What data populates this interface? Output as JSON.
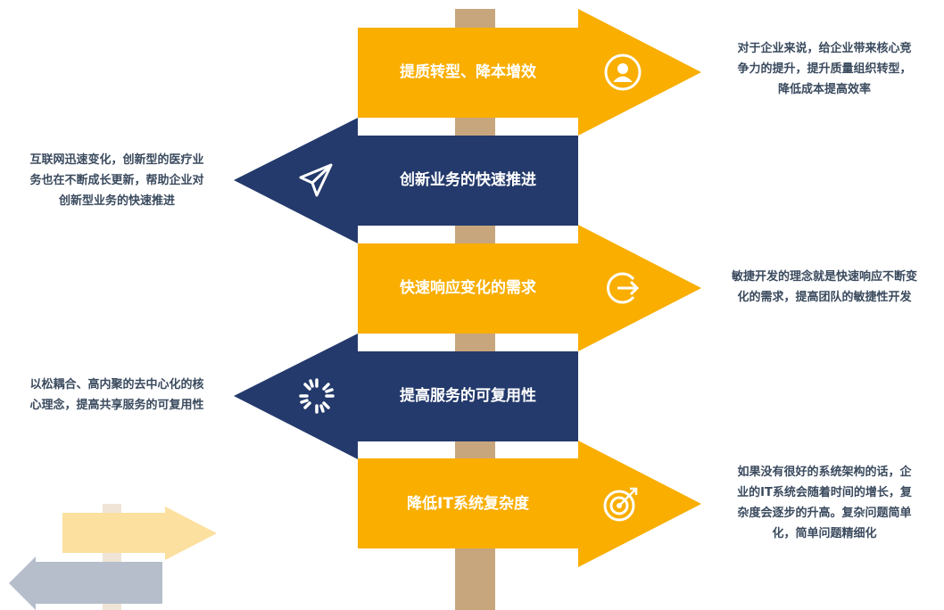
{
  "colors": {
    "orange": "#F9AE00",
    "navy": "#243A6C",
    "post": "#C8A67D"
  },
  "signs": [
    {
      "title": "提质转型、降本增效",
      "icon": "user-icon",
      "direction": "right",
      "description": [
        "对于企业来说，给企业带来核心竞",
        "争力的提升，提升质量组织转型，",
        "降低成本提高效率"
      ]
    },
    {
      "title": "创新业务的快速推进",
      "icon": "paper-plane-icon",
      "direction": "left",
      "description": [
        "互联网迅速变化，创新型的医疗业",
        "务也在不断成长更新，帮助企业对",
        "创新型业务的快速推进"
      ]
    },
    {
      "title": "快速响应变化的需求",
      "icon": "arrow-exit-icon",
      "direction": "right",
      "description": [
        "敏捷开发的理念就是快速响应不断变",
        "化的需求，提高团队的敏捷性开发"
      ]
    },
    {
      "title": "提高服务的可复用性",
      "icon": "spinner-icon",
      "direction": "left",
      "description": [
        "以松耦合、高内聚的去中心化的核",
        "心理念，提高共享服务的可复用性"
      ]
    },
    {
      "title": "降低IT系统复杂度",
      "icon": "target-icon",
      "direction": "right",
      "description": [
        "如果没有很好的系统架构的话，企",
        "业的IT系统会随着时间的增长，复",
        "杂度会逐步的升高。复杂问题简单",
        "化，简单问题精细化"
      ]
    }
  ]
}
